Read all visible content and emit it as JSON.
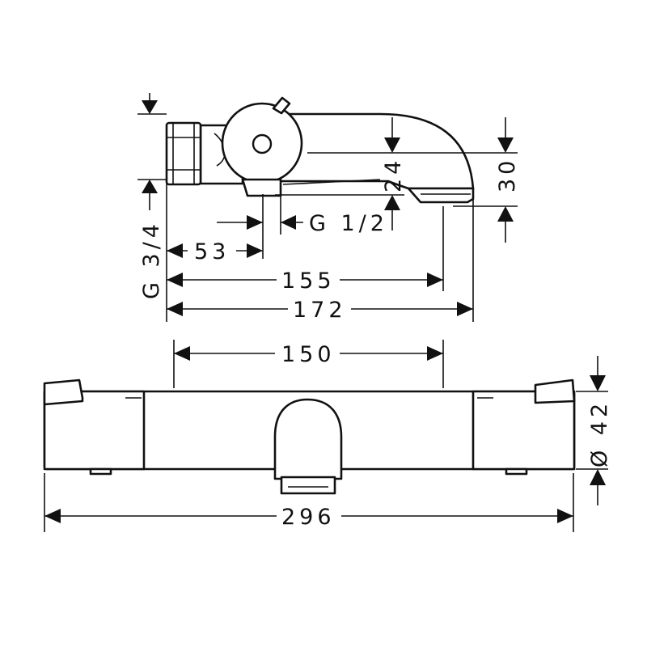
{
  "dimensions": {
    "height_top": "24",
    "outlet_drop": "30",
    "inlet_thread": "G 3/4",
    "outlet_thread": "G 1/2",
    "inlet_to_outlet": "53",
    "spout_reach": "155",
    "overall_depth": "172",
    "inlet_spacing": "150",
    "overall_length": "296",
    "body_diameter": "Ø 42"
  }
}
